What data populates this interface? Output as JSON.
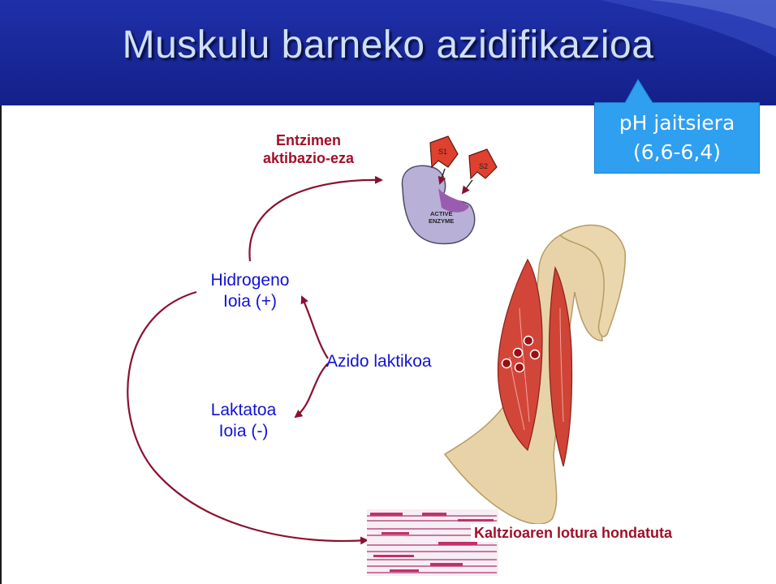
{
  "slide": {
    "title": "Muskulu barneko azidifikazioa",
    "callout": {
      "line1": "pH jaitsiera",
      "line2": "(6,6-6,4)"
    },
    "labels": {
      "enzyme_deactivation": {
        "line1": "Entzimen",
        "line2": "aktibazio-eza"
      },
      "hydrogen_ion": {
        "line1": "Hidrogeno",
        "line2": "Ioia (+)"
      },
      "lactic_acid": "Azido laktikoa",
      "lactate_ion": {
        "line1": "Laktatoa",
        "line2": "Ioia (-)"
      },
      "calcium_binding": "Kaltzioaren lotura hondatuta"
    },
    "enzyme_image": {
      "substrate1": "S1",
      "substrate2": "S2",
      "caption_line1": "ACTIVE",
      "caption_line2": "ENZYME"
    },
    "colors": {
      "header": "#1a2a9c",
      "title": "#cfe0ff",
      "callout": "#2f9ff0",
      "arrow": "#8b1030",
      "blue_text": "#1212d8"
    }
  }
}
